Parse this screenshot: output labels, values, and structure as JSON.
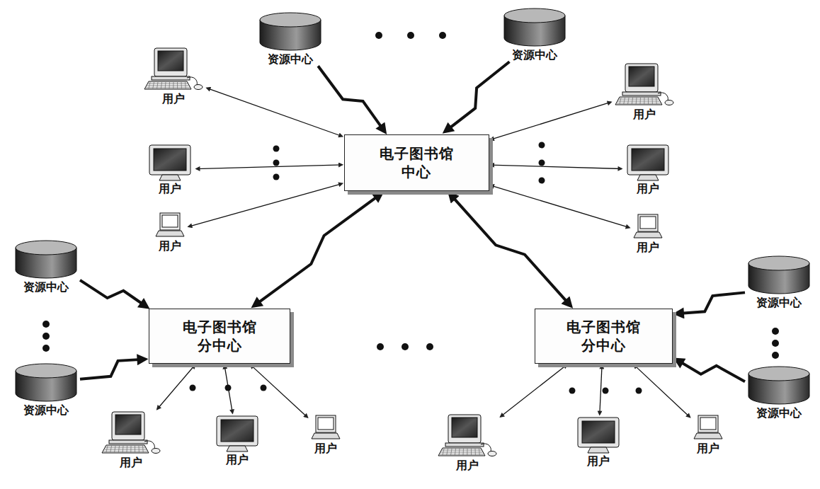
{
  "diagram": {
    "nodes": [
      {
        "text": [
          "资源中心"
        ]
      },
      {
        "text": [
          "资源中心"
        ]
      },
      {
        "text": [
          "用户"
        ]
      },
      {
        "text": [
          "用户"
        ]
      },
      {
        "text": [
          "电子图书馆 中心"
        ]
      },
      {
        "text": [
          "用户"
        ]
      },
      {
        "text": [
          "用户"
        ]
      },
      {
        "text": [
          "用户"
        ]
      },
      {
        "text": [
          "用户"
        ]
      },
      {
        "text": [
          "资源中心"
        ]
      },
      {
        "text": [
          "资源中心"
        ]
      },
      {
        "text": [
          "电子图书馆 分中心"
        ]
      },
      {
        "text": [
          "电子图书馆 分中心"
        ]
      },
      {
        "text": [
          "资源中心"
        ]
      },
      {
        "text": [
          "资源中心"
        ]
      },
      {
        "text": [
          "用户"
        ]
      },
      {
        "text": [
          "用户"
        ]
      },
      {
        "text": [
          "用户"
        ]
      },
      {
        "text": [
          "用户"
        ]
      },
      {
        "text": [
          "用户"
        ]
      },
      {
        "text": [
          "用户"
        ]
      }
    ],
    "edges": [
      {
        "from": 0,
        "to": 4,
        "arrow": "to"
      },
      {
        "from": 1,
        "to": 4,
        "arrow": "to"
      },
      {
        "from": 2,
        "to": 4,
        "arrow": "both"
      },
      {
        "from": 3,
        "to": 4,
        "arrow": "both"
      },
      {
        "from": 5,
        "to": 4,
        "arrow": "both"
      },
      {
        "from": 6,
        "to": 4,
        "arrow": "both"
      },
      {
        "from": 7,
        "to": 4,
        "arrow": "both"
      },
      {
        "from": 8,
        "to": 4,
        "arrow": "both"
      },
      {
        "from": 4,
        "to": 11,
        "arrow": "both"
      },
      {
        "from": 4,
        "to": 12,
        "arrow": "both"
      },
      {
        "from": 9,
        "to": 11,
        "arrow": "to"
      },
      {
        "from": 13,
        "to": 11,
        "arrow": "to"
      },
      {
        "from": 10,
        "to": 12,
        "arrow": "to"
      },
      {
        "from": 14,
        "to": 12,
        "arrow": "to"
      },
      {
        "from": 11,
        "to": 15,
        "arrow": "both"
      },
      {
        "from": 11,
        "to": 16,
        "arrow": "both"
      },
      {
        "from": 11,
        "to": 17,
        "arrow": "both"
      },
      {
        "from": 12,
        "to": 18,
        "arrow": "both"
      },
      {
        "from": 12,
        "to": 19,
        "arrow": "both"
      },
      {
        "from": 12,
        "to": 20,
        "arrow": "both"
      }
    ]
  }
}
